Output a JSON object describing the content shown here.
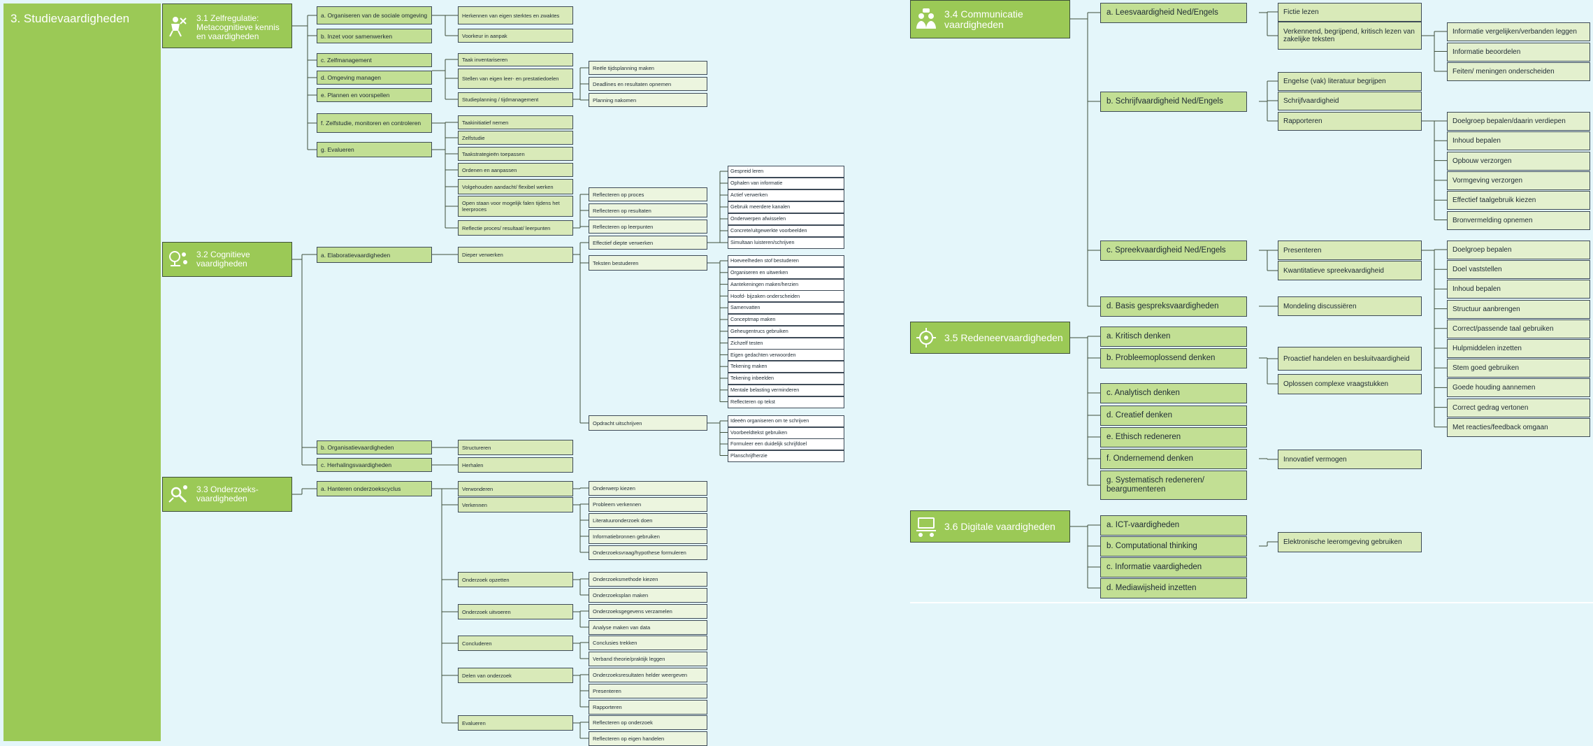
{
  "diagram_title": "3. Studievaardigheden",
  "colors": {
    "green": "#9bc956",
    "background": "#e4f6fa",
    "line": "#3e4f3a"
  },
  "sections": {
    "s31": {
      "title": "3.1 Zelfregulatie: Metacognitieve kennis en vaardigheden",
      "icon": "self-regulation-icon"
    },
    "s32": {
      "title": "3.2 Cognitieve vaardigheden",
      "icon": "brain-icon"
    },
    "s33": {
      "title": "3.3 Onderzoeks-vaardigheden",
      "icon": "research-icon"
    },
    "s34": {
      "title": "3.4 Communicatie vaardigheden",
      "icon": "communication-icon"
    },
    "s35": {
      "title": "3.5 Redeneervaardigheden",
      "icon": "reasoning-icon"
    },
    "s36": {
      "title": "3.6 Digitale vaardigheden",
      "icon": "digital-icon"
    }
  },
  "skills": {
    "s31": {
      "a": "a. Organiseren van de sociale omgeving",
      "b": "b. Inzet voor samenwerken",
      "a_1": "Herkennen van eigen sterktes en zwaktes",
      "b_1": "Voorkeur in aanpak",
      "c": "c. Zelfmanagement",
      "d": "d. Omgeving managen",
      "e": "e. Plannen en voorspellen",
      "c_1": "Taak inventariseren",
      "c_2": "Stellen van eigen leer- en prestatiedoelen",
      "c_3": "Studieplanning / tijdmanagement",
      "c_3_1": "Reële tijdsplanning maken",
      "c_3_2": "Deadlines en resultaten opnemen",
      "c_3_3": "Planning nakomen",
      "f": "f. Zelfstudie, monitoren en controleren",
      "g": "g. Evalueren",
      "f_1": "Taakinitiatief nemen",
      "f_2": "Zelfstudie",
      "f_3": "Taakstrategieën toepassen",
      "f_4": "Ordenen en aanpassen",
      "f_5": "Volgehouden aandacht/ flexibel werken",
      "f_6": "Open staan voor mogelijk falen tijdens het leerproces",
      "g_1": "Reflectie proces/ resultaat/ leerpunten",
      "g_1_1": "Reflecteren op proces",
      "g_1_2": "Reflecteren op resultaten",
      "g_1_3": "Reflecteren op leerpunten"
    },
    "s32": {
      "a": "a. Elaboratievaardigheden",
      "a_1": "Dieper verwerken",
      "a_1_1": "Effectief diepte verwerken",
      "a_1_2": "Teksten bestuderen",
      "a_1_3": "Opdracht uitschrijven",
      "e1": [
        "Gespreid leren",
        "Ophalen van informatie",
        "Actief verwerken",
        "Gebruik meerdere kanalen",
        "Onderwerpen afwisselen",
        "Concrete/uitgewerkte voorbeelden",
        "Simultaan luisteren/schrijven"
      ],
      "e2": [
        "Hoeveelheden stof bestuderen",
        "Organiseren en uitwerken",
        "Aantekeningen maken/herzien",
        "Hoofd- bijzaken onderscheiden",
        "Samenvatten",
        "Conceptmap maken",
        "Geheugentrucs gebruiken",
        "Zichzelf testen",
        "Eigen gedachten verwoorden",
        "Tekening maken",
        "Tekening inbeelden",
        "Mentale belasting verminderen",
        "Reflecteren op tekst"
      ],
      "e3": [
        "Ideeën organiseren om te schrijven",
        "Voorbeeldtekst gebruiken",
        "Formuleer een duidelijk schrijfdoel",
        "Planschrijfherzie"
      ],
      "b": "b. Organisatievaardigheden",
      "b_1": "Structureren",
      "c": "c. Herhalingsvaardigheden",
      "c_1": "Herhalen"
    },
    "s33": {
      "a": "a. Hanteren onderzoekscyclus",
      "steps": [
        "Verwonderen",
        "Verkennen",
        "Onderzoek opzetten",
        "Onderzoek uitvoeren",
        "Concluderen",
        "Delen van onderzoek",
        "Evalueren"
      ],
      "sub": [
        "Onderwerp kiezen",
        "Probleem verkennen",
        "Literatuuronderzoek doen",
        "Informatiebronnen gebruiken",
        "Onderzoeksvraag/hypothese formuleren",
        "Onderzoeksmethode kiezen",
        "Onderzoeksplan maken",
        "Onderzoeksgegevens verzamelen",
        "Analyse maken van data",
        "Conclusies trekken",
        "Verband theorie/praktijk leggen",
        "Onderzoeksresultaten helder weergeven",
        "Presenteren",
        "Rapporteren",
        "Reflecteren op onderzoek",
        "Reflecteren op eigen handelen"
      ]
    },
    "s34": {
      "a": "a. Leesvaardigheid Ned/Engels",
      "a_1": "Fictie lezen",
      "a_2": "Verkennend, begrijpend, kritisch lezen van zakelijke teksten",
      "a_2_sub": [
        "Informatie vergelijken/verbanden leggen",
        "Informatie beoordelen",
        "Feiten/ meningen onderscheiden"
      ],
      "b": "b. Schrijfvaardigheid Ned/Engels",
      "b_1": "Engelse (vak) literatuur begrijpen",
      "b_2": "Schrijfvaardigheid",
      "b_3": "Rapporteren",
      "b_3_sub": [
        "Doelgroep bepalen/daarin verdiepen",
        "Inhoud bepalen",
        "Opbouw verzorgen",
        "Vormgeving verzorgen",
        "Effectief taalgebruik kiezen",
        "Bronvermelding opnemen"
      ],
      "c": "c. Spreekvaardigheid Ned/Engels",
      "c_1": "Presenteren",
      "c_2": "Kwantitatieve spreekvaardigheid",
      "c_1_sub": [
        "Doelgroep bepalen",
        "Doel vaststellen",
        "Inhoud bepalen",
        "Structuur aanbrengen",
        "Correct/passende taal gebruiken",
        "Hulpmiddelen inzetten",
        "Stem goed gebruiken",
        "Goede houding aannemen",
        "Correct gedrag vertonen",
        "Met reacties/feedback omgaan"
      ],
      "d": "d. Basis gespreksvaardigheden",
      "d_1": "Mondeling discussiëren"
    },
    "s35": {
      "a": "a. Kritisch denken",
      "b": "b. Probleemoplossend denken",
      "b_1": "Proactief handelen en besluitvaardigheid",
      "b_2": "Oplossen complexe vraagstukken",
      "c": "c. Analytisch denken",
      "d": "d. Creatief denken",
      "e": "e. Ethisch redeneren",
      "f": "f. Ondernemend denken",
      "f_1": "Innovatief vermogen",
      "g": "g. Systematisch redeneren/ beargumenteren"
    },
    "s36": {
      "a": "a. ICT-vaardigheden",
      "b": "b. Computational thinking",
      "b_1": "Elektronische leeromgeving gebruiken",
      "c": "c. Informatie vaardigheden",
      "d": "d. Mediawijsheid inzetten"
    }
  }
}
